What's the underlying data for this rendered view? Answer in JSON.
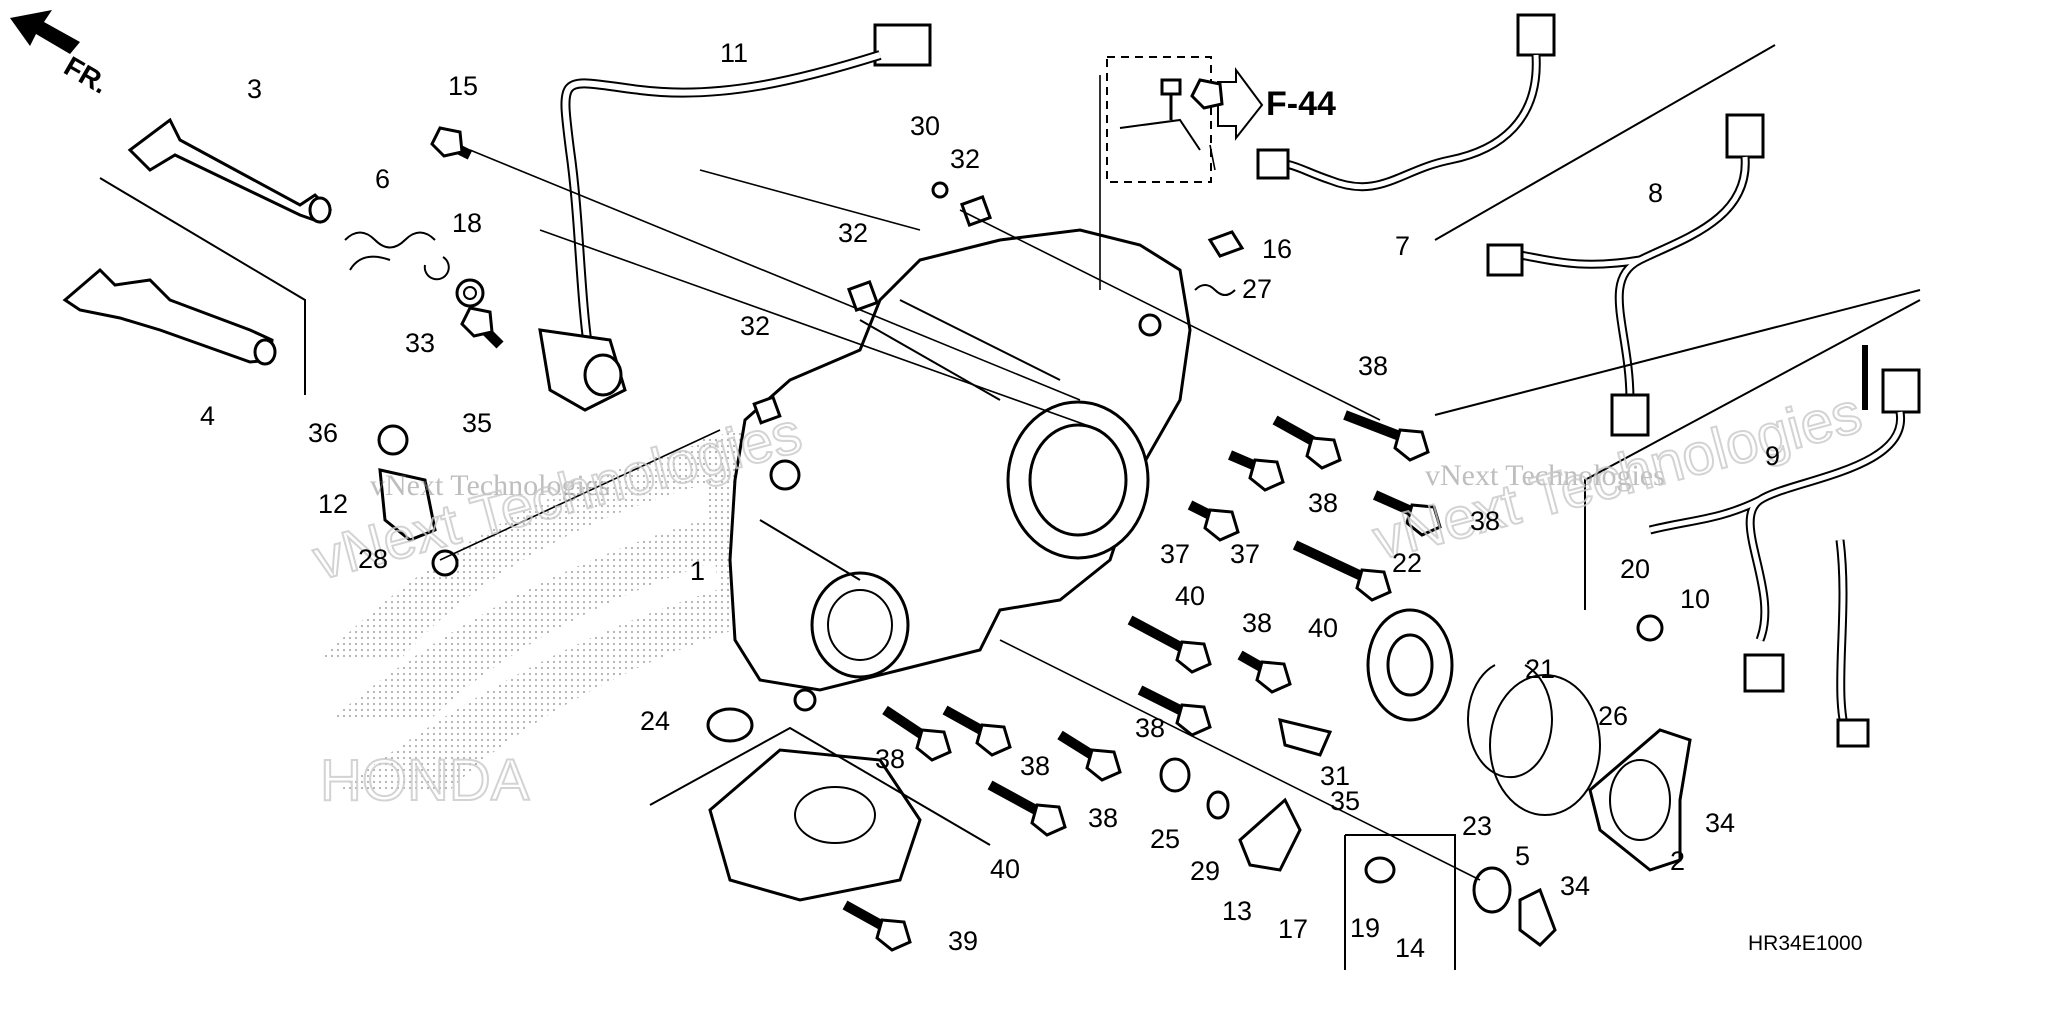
{
  "diagram": {
    "code": "HR34E1000",
    "front_marker": "FR.",
    "reference": "F-44",
    "watermark": "vNext Technologies",
    "brand_watermark": "HONDA"
  },
  "callouts": [
    {
      "id": "c1",
      "label": "1"
    },
    {
      "id": "c2",
      "label": "2"
    },
    {
      "id": "c3",
      "label": "3"
    },
    {
      "id": "c4",
      "label": "4"
    },
    {
      "id": "c5",
      "label": "5"
    },
    {
      "id": "c6",
      "label": "6"
    },
    {
      "id": "c7",
      "label": "7"
    },
    {
      "id": "c8",
      "label": "8"
    },
    {
      "id": "c9",
      "label": "9"
    },
    {
      "id": "c10",
      "label": "10"
    },
    {
      "id": "c11",
      "label": "11"
    },
    {
      "id": "c12",
      "label": "12"
    },
    {
      "id": "c13",
      "label": "13"
    },
    {
      "id": "c14",
      "label": "14"
    },
    {
      "id": "c15",
      "label": "15"
    },
    {
      "id": "c16",
      "label": "16"
    },
    {
      "id": "c17",
      "label": "17"
    },
    {
      "id": "c18",
      "label": "18"
    },
    {
      "id": "c19",
      "label": "19"
    },
    {
      "id": "c20",
      "label": "20"
    },
    {
      "id": "c21",
      "label": "21"
    },
    {
      "id": "c22",
      "label": "22"
    },
    {
      "id": "c23",
      "label": "23"
    },
    {
      "id": "c24",
      "label": "24"
    },
    {
      "id": "c25",
      "label": "25"
    },
    {
      "id": "c26",
      "label": "26"
    },
    {
      "id": "c27",
      "label": "27"
    },
    {
      "id": "c28",
      "label": "28"
    },
    {
      "id": "c29",
      "label": "29"
    },
    {
      "id": "c30",
      "label": "30"
    },
    {
      "id": "c31",
      "label": "31"
    },
    {
      "id": "c32a",
      "label": "32"
    },
    {
      "id": "c32b",
      "label": "32"
    },
    {
      "id": "c32c",
      "label": "32"
    },
    {
      "id": "c33",
      "label": "33"
    },
    {
      "id": "c34a",
      "label": "34"
    },
    {
      "id": "c34b",
      "label": "34"
    },
    {
      "id": "c35a",
      "label": "35"
    },
    {
      "id": "c35b",
      "label": "35"
    },
    {
      "id": "c36",
      "label": "36"
    },
    {
      "id": "c37a",
      "label": "37"
    },
    {
      "id": "c37b",
      "label": "37"
    },
    {
      "id": "c38a",
      "label": "38"
    },
    {
      "id": "c38b",
      "label": "38"
    },
    {
      "id": "c38c",
      "label": "38"
    },
    {
      "id": "c38d",
      "label": "38"
    },
    {
      "id": "c38e",
      "label": "38"
    },
    {
      "id": "c38f",
      "label": "38"
    },
    {
      "id": "c38g",
      "label": "38"
    },
    {
      "id": "c38h",
      "label": "38"
    },
    {
      "id": "c39",
      "label": "39"
    },
    {
      "id": "c40a",
      "label": "40"
    },
    {
      "id": "c40b",
      "label": "40"
    },
    {
      "id": "c40c",
      "label": "40"
    }
  ]
}
